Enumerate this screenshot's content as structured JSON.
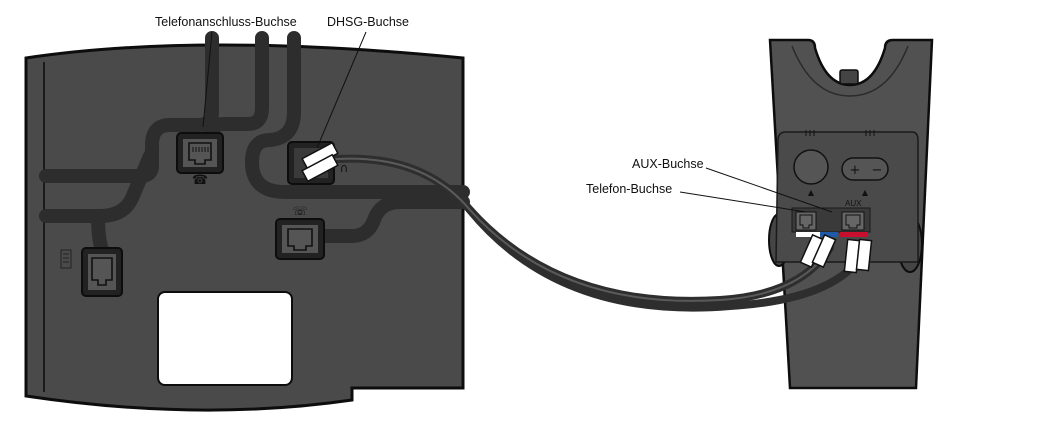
{
  "labels": {
    "telefonanschluss": "Telefonanschluss-Buchse",
    "dhsg": "DHSG-Buchse",
    "aux": "AUX-Buchse",
    "telefon": "Telefon-Buchse",
    "base_aux": "AUX"
  },
  "colors": {
    "phone_body": "#4a4a4a",
    "phone_outline": "#0d0d0d",
    "channel": "#333333",
    "cable": "#2e2e2e",
    "base_body": "#515151",
    "red_marker": "#c8102e",
    "blue_marker": "#1e5aa8"
  }
}
